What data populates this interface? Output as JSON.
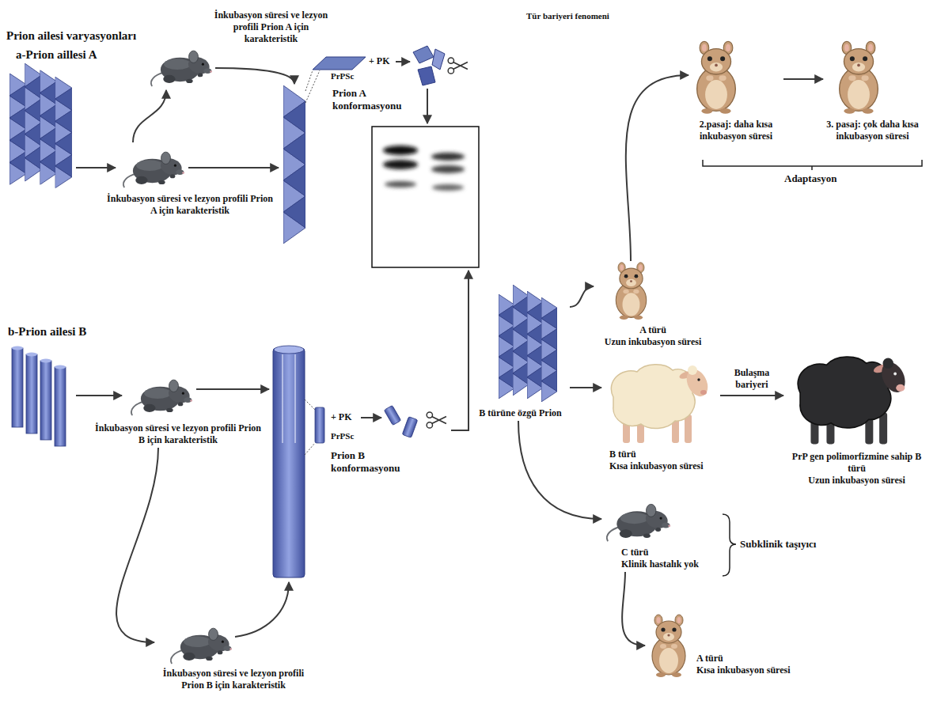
{
  "diagram": {
    "nodes": [
      {
        "text": [
          "İnkubasyon süresi ve lezyon profili Prion A için karakteristik"
        ]
      },
      {
        "text": [
          "İnkubasyon süresi ve lezyon profili Prion A için karakteristik"
        ]
      },
      {
        "text": [
          "İnkubasyon süresi ve lezyon profili Prion B için karakteristik"
        ]
      },
      {
        "text": [
          "İnkubasyon süresi ve lezyon profili Prion B için karakteristik"
        ]
      },
      {
        "text": [
          "B türüne özgü Prion"
        ]
      },
      {
        "text": [
          "A türü",
          "Uzun inkubasyon süresi"
        ]
      },
      {
        "text": [
          "2.pasaj: daha kısa inkubasyon süresi"
        ]
      },
      {
        "text": [
          "3. pasaj: çok daha kısa inkubasyon süresi"
        ]
      },
      {
        "text": [
          "B türü",
          "Kısa inkubasyon süresi"
        ]
      },
      {
        "text": [
          "PrP gen polimorfizmine sahip B türü",
          "Uzun inkubasyon süresi"
        ]
      },
      {
        "text": [
          "C türü",
          "Klinik hastalık yok"
        ]
      },
      {
        "text": [
          "A türü",
          "Kısa inkubasyon süresi"
        ]
      }
    ],
    "edges": [
      {
        "from": 1,
        "to": 0,
        "arrow": "to"
      },
      {
        "from": 2,
        "to": 3,
        "arrow": "to"
      },
      {
        "from": 4,
        "to": 5,
        "arrow": "to"
      },
      {
        "from": 5,
        "to": 6,
        "arrow": "to"
      },
      {
        "from": 6,
        "to": 7,
        "arrow": "to"
      },
      {
        "from": 4,
        "to": 8,
        "arrow": "to"
      },
      {
        "from": 8,
        "to": 9,
        "label": "Bulaşma bariyeri",
        "arrow": "to"
      },
      {
        "from": 4,
        "to": 10,
        "arrow": "to"
      },
      {
        "from": 10,
        "to": 11,
        "arrow": "to"
      }
    ],
    "labels": [
      "Prion ailesi varyasyonları",
      "a-Prion aillesi A",
      "PrPSc",
      "+ PK",
      "Prion A konformasyonu",
      "b-Prion ailesi B",
      "PrPSc",
      "+ PK",
      "Prion B konformasyonu",
      "Tür bariyeri fenomeni",
      "Adaptasyon",
      "Subklinik taşıyıcı"
    ]
  }
}
